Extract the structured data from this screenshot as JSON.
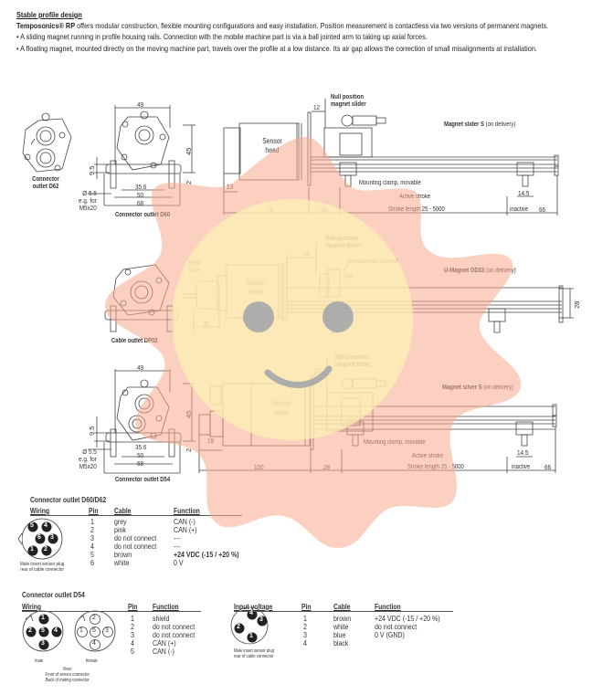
{
  "intro": {
    "heading": "Stable profile design",
    "brand": "Temposonics® RP",
    "lead": " offers modular construction, flexible mounting configurations and easy installation. Position measurement is contactless via two versions of permanent magnets.",
    "bullets": [
      "• A sliding magnet running in profile housing rails. Connection with the mobile machine part is via a ball jointed arm to taking up axial forces.",
      "• A floating magnet, mounted directly on the moving machine part, travels over the profile at a low distance. Its air gap allows the correction of small misalignments at installation."
    ]
  },
  "drawing1": {
    "connector_d62_label": "Connector\noutlet D62",
    "connector_d60_label": "Connector outlet D60",
    "dim_49": "49",
    "dim_45": "45",
    "dim_9_5": "9.5",
    "dim_2": "2",
    "dim_35_6": "35.6",
    "dim_50": "50",
    "dim_68": "68",
    "hole_label": "Ø 5.5\ne.g. for\nM5x20",
    "null_position": "Null position\nmagnet slider",
    "dim_12": "12",
    "magnet_slider": "Magnet slider S",
    "on_delivery": " (on delivery)",
    "sensor_head": "Sensor\nhead",
    "dim_13": "13",
    "mounting_clamp": "Mounting clamp, movable",
    "active_stroke": "Active stroke",
    "dim_76": "76",
    "dim_28": "28",
    "stroke_length": "Stroke length 25 - 5000",
    "dim_14_5": "14.5",
    "inactive": "inactive",
    "dim_66": "66"
  },
  "drawing2": {
    "cable_outlet": "Cable outlet DP02",
    "emc": "EMC\nM16",
    "sensor_head": "Sensor\nhead",
    "dim_30": "30",
    "dim_28": "28",
    "null_position": "Null position\nmagnet slider",
    "antimagnetic": "antimagnetic support",
    "m4": "M4",
    "u_magnet": "U-Magnet OD33",
    "on_delivery": " (on delivery)",
    "dim_28_v": "28"
  },
  "drawing3": {
    "connector_d54_label": "Connector outlet D54",
    "dim_49": "49",
    "dim_45": "45",
    "dim_9_5": "9.5",
    "dim_2": "2",
    "dim_35_6": "35.6",
    "dim_50": "50",
    "dim_68": "68",
    "hole_label": "Ø 5.5\ne.g. for\nM5x20",
    "null_position": "Null position\nmagnet slider",
    "dim_12": "12",
    "magnet_slider": "Magnet silver S",
    "on_delivery": " (on delivery)",
    "sensor_head": "Sensor\nhead",
    "dim_19": "19",
    "dim_45_side": "45",
    "dim_2_side": "2",
    "mounting_clamp": "Mounting clamp, movable",
    "active_stroke": "Active stroke",
    "dim_100": "100",
    "dim_28": "28",
    "stroke_length": "Stroke length 25 - 5000",
    "dim_14_5": "14.5",
    "inactive": "inactive",
    "dim_66": "66"
  },
  "table_d60": {
    "title": "Connector outlet D60/D62",
    "headers": {
      "wiring": "Wiring",
      "pin": "Pin",
      "cable": "Cable",
      "function": "Function"
    },
    "rows": [
      {
        "pin": "1",
        "cable": "grey",
        "function": "CAN (-)"
      },
      {
        "pin": "2",
        "cable": "pink",
        "function": "CAN (+)"
      },
      {
        "pin": "3",
        "cable": "do not connect",
        "function": "---"
      },
      {
        "pin": "4",
        "cable": "do not connect",
        "function": "---"
      },
      {
        "pin": "5",
        "cable": "brown",
        "function": "+24 VDC (-15 / +20 %)"
      },
      {
        "pin": "6",
        "cable": "white",
        "function": "0 V"
      }
    ],
    "plug_caption": "Male insert sensor plug\nrear of cable connector",
    "plug_pins": [
      "5",
      "4",
      "6",
      "3",
      "1",
      "2"
    ]
  },
  "table_d54": {
    "title": "Connector outlet D54",
    "headers": {
      "wiring": "Wiring",
      "pin": "Pin",
      "function": "Function"
    },
    "rows": [
      {
        "pin": "1",
        "function": "shield"
      },
      {
        "pin": "2",
        "function": "do not connect"
      },
      {
        "pin": "3",
        "function": "do not connect"
      },
      {
        "pin": "4",
        "function": "CAN (+)"
      },
      {
        "pin": "5",
        "function": "CAN (-)"
      }
    ],
    "male_label": "male",
    "female_label": "female",
    "view_caption": "View:\nFront of sensor connector\nBack of mating connector",
    "male_pins": [
      "1",
      "2",
      "5",
      "4",
      "3"
    ],
    "female_pins": [
      "2",
      "1",
      "5",
      "3",
      "4"
    ]
  },
  "table_input": {
    "headers": {
      "wiring": "Input voltage",
      "pin": "Pin",
      "cable": "Cable",
      "function": "Function"
    },
    "rows": [
      {
        "pin": "1",
        "cable": "brown",
        "function": "+24 VDC (-15 / +20 %)"
      },
      {
        "pin": "2",
        "cable": "white",
        "function": "do not connect"
      },
      {
        "pin": "3",
        "cable": "blue",
        "function": "0 V (GND)"
      },
      {
        "pin": "4",
        "cable": "black",
        "function": ""
      }
    ],
    "plug_caption": "Male insert sensor plug\nrear of cable connector",
    "plug_pins": [
      "4",
      "3",
      "2",
      "1"
    ]
  },
  "colors": {
    "overlay_orange": "#f7a98c",
    "overlay_yellow": "#fdf0b4",
    "overlay_grey": "#8b97a6",
    "label_brown": "#7a4a2a"
  }
}
